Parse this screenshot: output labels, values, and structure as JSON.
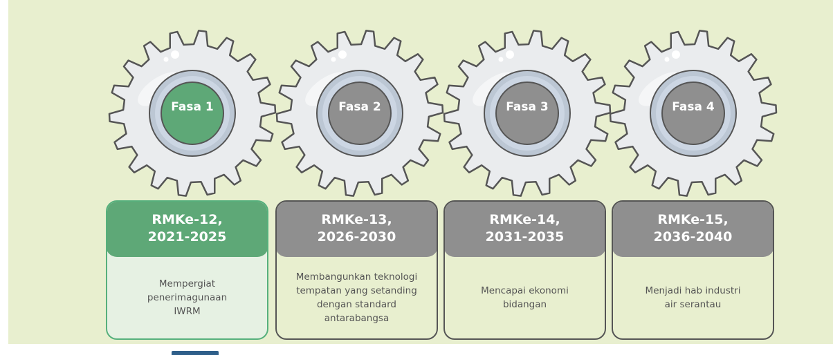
{
  "colors": {
    "background": "#e8efcf",
    "active": "#5ea877",
    "inactive": "#8f8f8f",
    "gear": "#eaecee",
    "text_body": "#555555"
  },
  "phases": [
    {
      "label": "Fasa 1",
      "plan": "RMKe-12,",
      "years": "2021-2025",
      "description": [
        "Mempergiat",
        "penerimagunaan",
        "IWRM"
      ],
      "active": true
    },
    {
      "label": "Fasa 2",
      "plan": "RMKe-13,",
      "years": "2026-2030",
      "description": [
        "Membangunkan teknologi",
        "tempatan yang setanding",
        "dengan standard",
        "antarabangsa"
      ],
      "active": false
    },
    {
      "label": "Fasa 3",
      "plan": "RMKe-14,",
      "years": "2031-2035",
      "description": [
        "Mencapai ekonomi",
        "bidangan"
      ],
      "active": false
    },
    {
      "label": "Fasa 4",
      "plan": "RMKe-15,",
      "years": "2036-2040",
      "description": [
        "Menjadi hab industri",
        "air serantau"
      ],
      "active": false
    }
  ]
}
